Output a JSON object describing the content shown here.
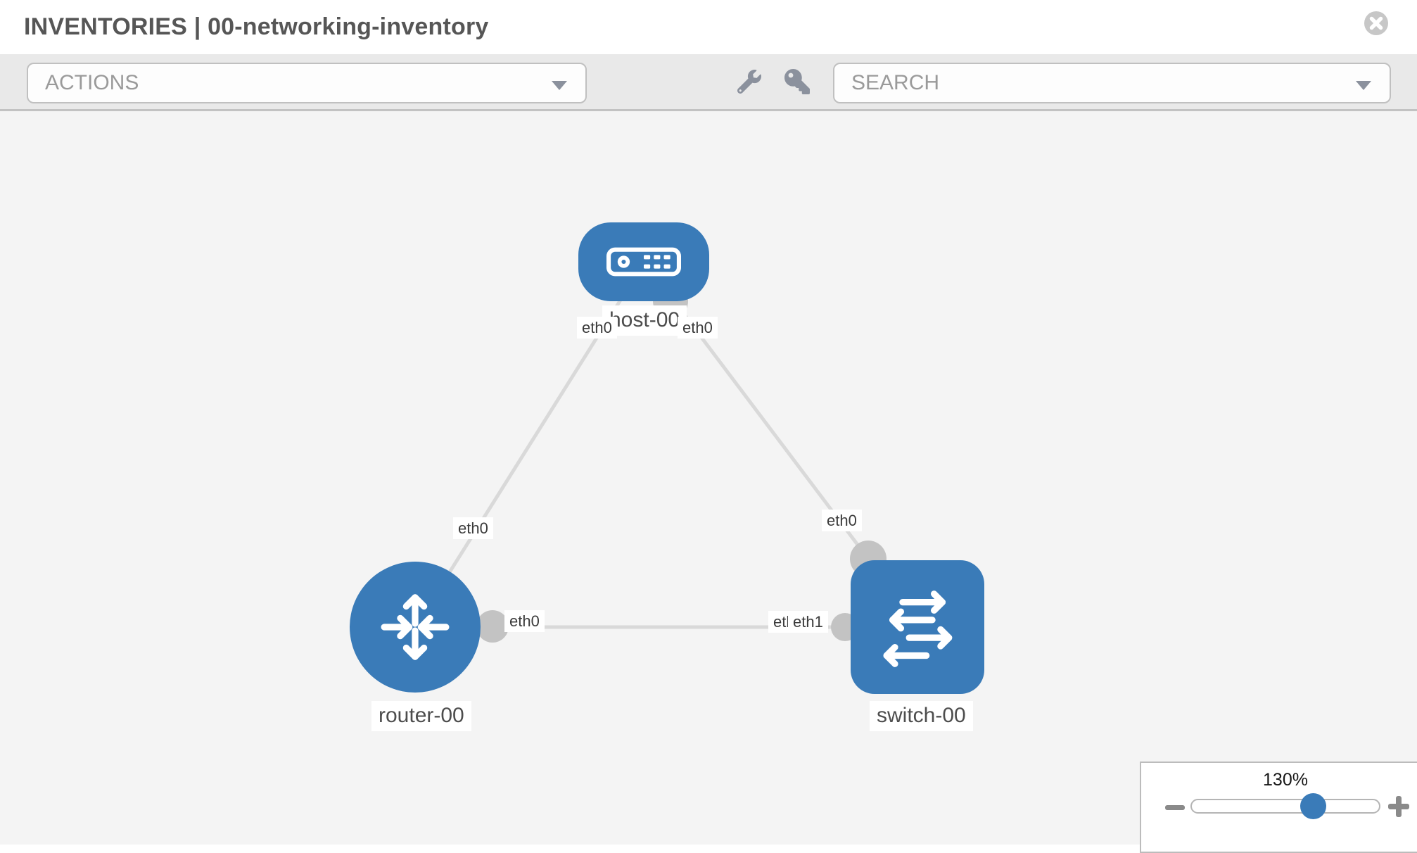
{
  "header": {
    "title": "INVENTORIES | 00-networking-inventory",
    "close_icon": "circle-x"
  },
  "toolbar": {
    "actions_label": "ACTIONS",
    "search_label": "SEARCH",
    "wrench_icon": "wrench",
    "key_icon": "key",
    "caret_icon": "caret-down"
  },
  "topology": {
    "nodes": [
      {
        "id": "host-00",
        "type": "host",
        "label": "host-00"
      },
      {
        "id": "router-00",
        "type": "router",
        "label": "router-00"
      },
      {
        "id": "switch-00",
        "type": "switch",
        "label": "switch-00"
      }
    ],
    "links": [
      {
        "source": "host-00",
        "target": "router-00",
        "source_interface": "eth0",
        "target_interface": "eth0"
      },
      {
        "source": "host-00",
        "target": "switch-00",
        "source_interface": "eth0",
        "target_interface": "eth0"
      },
      {
        "source": "router-00",
        "target": "switch-00",
        "source_interface": "eth0",
        "target_interface": "eth1",
        "target_interface_overlapped": "eth1"
      }
    ]
  },
  "zoom_control": {
    "value_label": "130%",
    "percent": 130,
    "minus_icon": "minus",
    "plus_icon": "plus"
  },
  "colors": {
    "node_blue": "#3a7bb8",
    "link_gray": "#d9d9d9",
    "connector_gray": "#c3c3c3",
    "toolbar_bg": "#e9e9e9",
    "canvas_bg": "#f4f4f4",
    "icon_gray": "#8b919d",
    "title_text": "#565656"
  }
}
